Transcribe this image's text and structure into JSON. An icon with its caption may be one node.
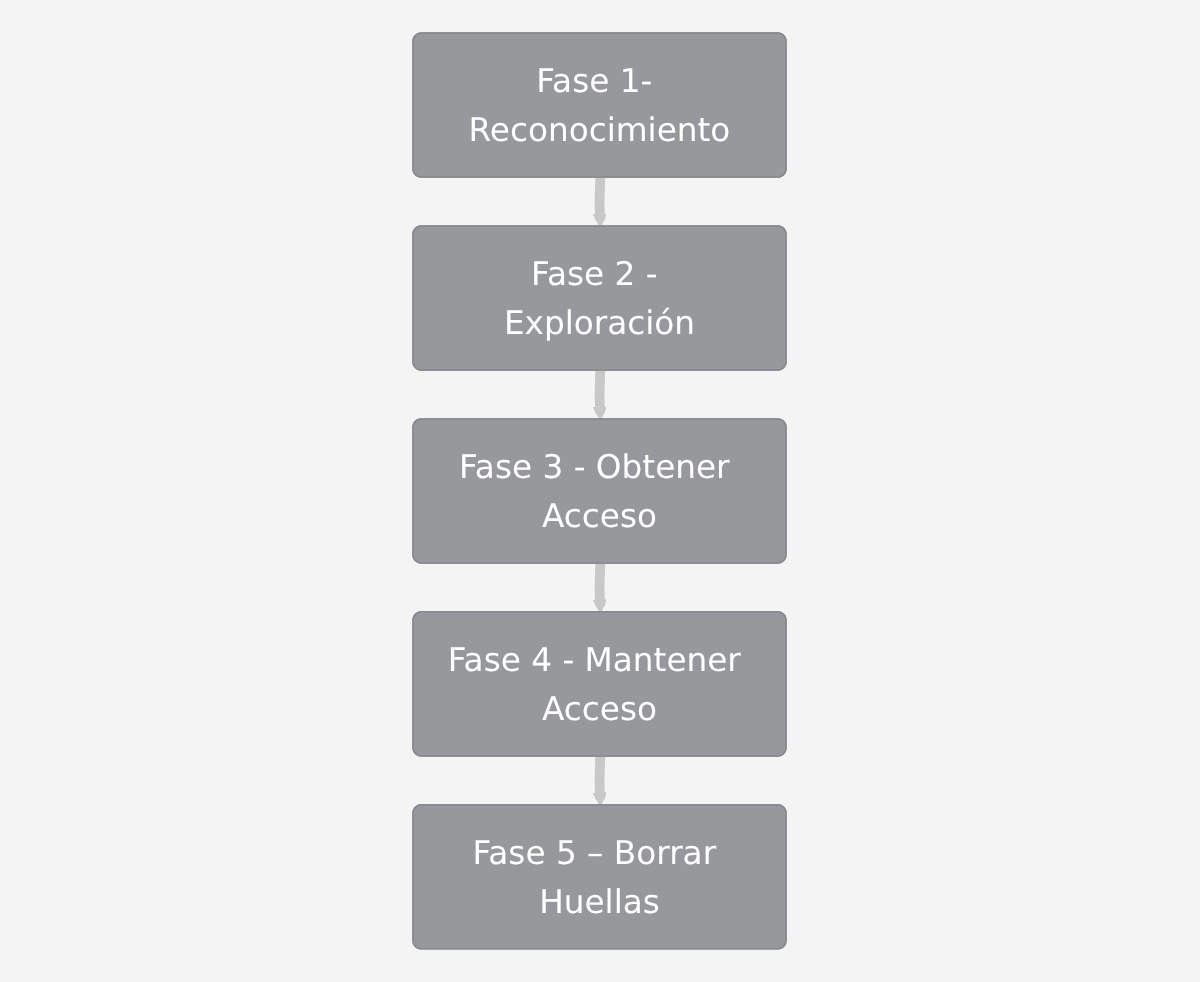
{
  "diagram": {
    "nodes": [
      {
        "text": [
          "Fase 1- Reconocimiento"
        ]
      },
      {
        "text": [
          "Fase 2 - Exploración"
        ]
      },
      {
        "text": [
          "Fase 3 - Obtener Acceso"
        ]
      },
      {
        "text": [
          "Fase 4 - Mantener Acceso"
        ]
      },
      {
        "text": [
          "Fase 5 – Borrar Huellas"
        ]
      }
    ],
    "edges": [
      {
        "from": 0,
        "to": 1,
        "arrow": "to"
      },
      {
        "from": 1,
        "to": 2,
        "arrow": "to"
      },
      {
        "from": 2,
        "to": 3,
        "arrow": "to"
      },
      {
        "from": 3,
        "to": 4,
        "arrow": "to"
      }
    ]
  }
}
